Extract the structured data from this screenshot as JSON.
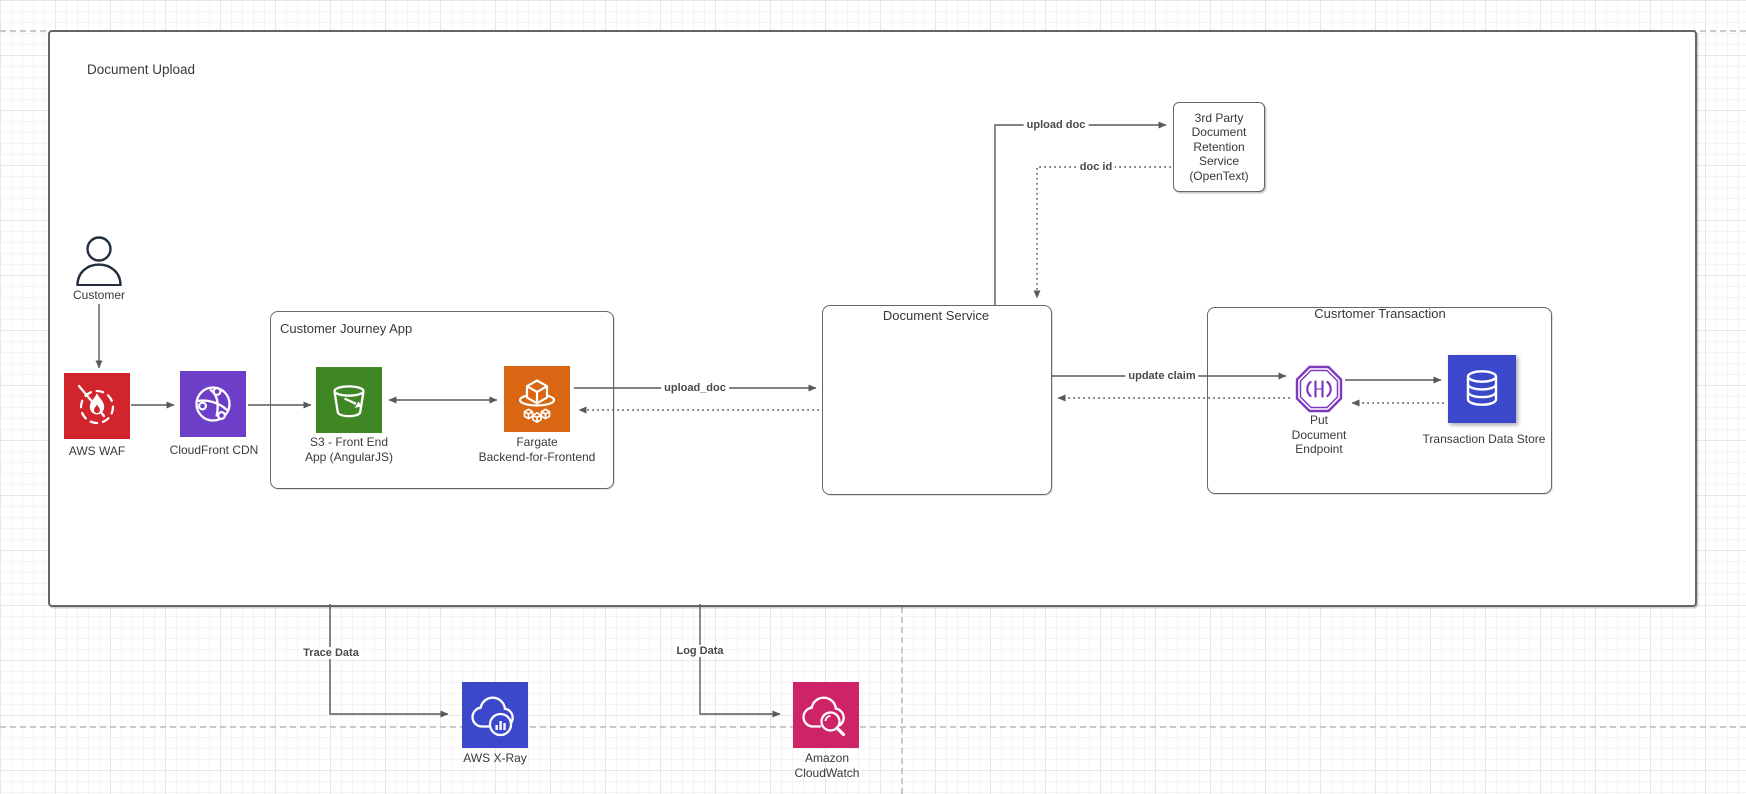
{
  "diagram": {
    "title": "Document Upload",
    "containers": {
      "journey": "Customer Journey App",
      "doc_service": "Document Service",
      "transaction": "Cusrtomer Transaction"
    },
    "nodes": {
      "customer": "Customer",
      "waf": "AWS WAF",
      "cloudfront": "CloudFront CDN",
      "s3_line1": "S3 - Front End",
      "s3_line2": "App (AngularJS)",
      "fargate_line1": "Fargate",
      "fargate_line2": "Backend-for-Frontend",
      "third_party_lines": [
        "3rd Party",
        "Document",
        "Retention",
        "Service",
        "(OpenText)"
      ],
      "endpoint_line1": "Put",
      "endpoint_line2": "Document",
      "endpoint_line3": "Endpoint",
      "datastore": "Transaction Data Store",
      "xray": "AWS X-Ray",
      "cloudwatch_line1": "Amazon",
      "cloudwatch_line2": "CloudWatch"
    },
    "edges": {
      "upload_doc_internal": "upload_doc",
      "upload_doc_external": "upload doc",
      "doc_id": "doc id",
      "update_claim": "update claim",
      "trace_data": "Trace Data",
      "log_data": "Log Data"
    },
    "colors": {
      "waf": "#D2242C",
      "cloudfront": "#6D3FC8",
      "s3": "#3F8624",
      "fargate": "#D86613",
      "indigo": "#3B48CC",
      "pink": "#CF2368",
      "endpoint": "#7D3AC1",
      "line": "#595959",
      "border": "#666666"
    }
  }
}
